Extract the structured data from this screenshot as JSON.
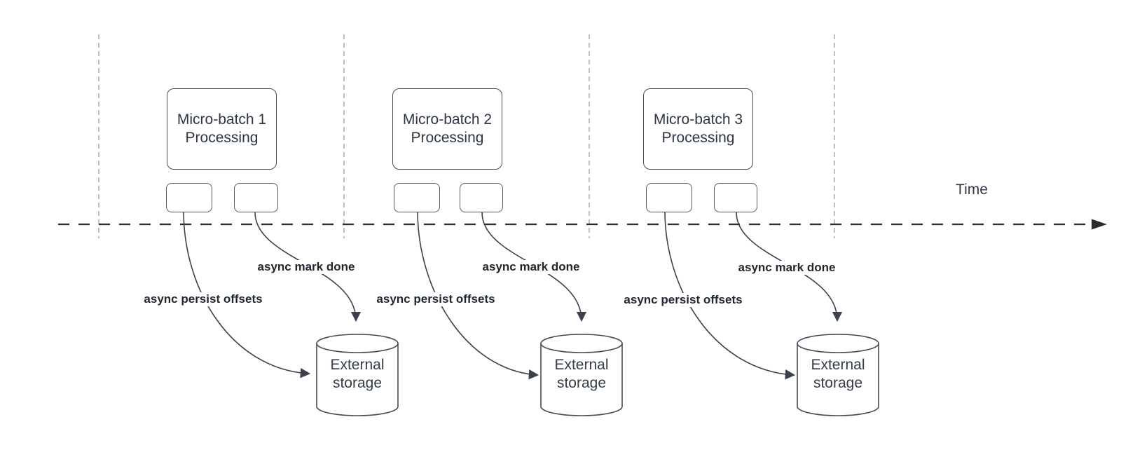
{
  "diagram": {
    "description": "Micro-batch stream processing timeline with asynchronous progress tracking to external storage",
    "time_axis": {
      "label": "Time"
    },
    "colors": {
      "background": "#ffffff",
      "shape_stroke": "#454d58",
      "shape_text": "#2d3642",
      "edge_stroke": "#3a424d",
      "edge_label_text": "#1f262e",
      "guide_dash": "#ababab",
      "timeline_dash": "#272c33"
    },
    "groups": [
      {
        "box_line1": "Micro-batch 1",
        "box_line2": "Processing",
        "persist_label": "async persist offsets",
        "mark_done_label": "async mark done",
        "storage_line1": "External",
        "storage_line2": "storage"
      },
      {
        "box_line1": "Micro-batch 2",
        "box_line2": "Processing",
        "persist_label": "async persist offsets",
        "mark_done_label": "async mark done",
        "storage_line1": "External",
        "storage_line2": "storage"
      },
      {
        "box_line1": "Micro-batch 3",
        "box_line2": "Processing",
        "persist_label": "async persist offsets",
        "mark_done_label": "async mark done",
        "storage_line1": "External",
        "storage_line2": "storage"
      }
    ]
  }
}
